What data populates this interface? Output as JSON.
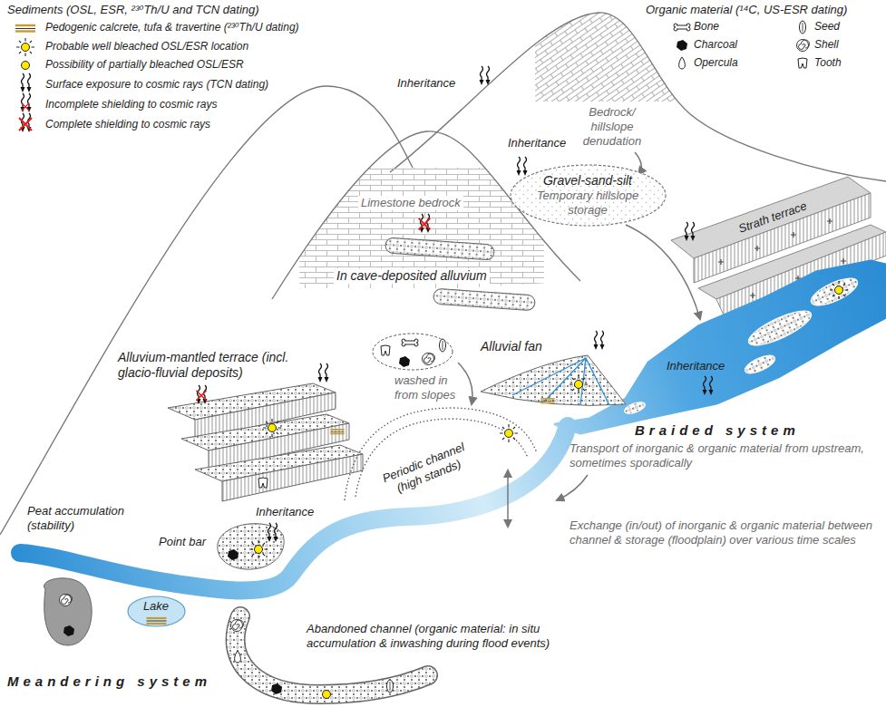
{
  "diagram": {
    "nodes": [
      {
        "text": [
          "Gravel-sand-silt",
          "Temporary hillslope storage"
        ]
      },
      {
        "text": [
          "Lake"
        ]
      }
    ],
    "labels": [
      "Sediments (OSL, ESR, ²³⁰Th/U and TCN dating)",
      "Organic material (¹⁴C, US-ESR dating)",
      "Inheritance",
      "Bedrock/ hillslope denudation",
      "Inheritance",
      "Strath terrace",
      "Limestone bedrock",
      "In cave-deposited alluvium",
      "Alluvial fan",
      "washed in from slopes",
      "Alluvium-mantled terrace (incl. glacio-fluvial deposits)",
      "Inheritance",
      "Braided system",
      "Periodic channel (high stands)",
      "Transport of inorganic & organic material from upstream, sometimes sporadically",
      "Exchange (in/out) of inorganic & organic material between channel & storage (floodplain) over various time scales",
      "Peat accumulation (stability)",
      "Inheritance",
      "Point bar",
      "Abandoned channel (organic material: in situ accumulation & inwashing during flood events)",
      "Meandering system"
    ],
    "legend": [
      {
        "text": "Pedogenic calcrete, tufa & travertine (²³⁰Th/U dating)"
      },
      {
        "text": "Probable well bleached OSL/ESR location"
      },
      {
        "text": "Possibility of partially bleached OSL/ESR"
      },
      {
        "text": "Surface exposure to cosmic rays (TCN dating)"
      },
      {
        "text": "Incomplete shielding to cosmic rays"
      },
      {
        "text": "Complete shielding to cosmic rays"
      },
      {
        "text": "Bone"
      },
      {
        "text": "Charcoal"
      },
      {
        "text": "Opercula"
      },
      {
        "text": "Seed"
      },
      {
        "text": "Shell"
      },
      {
        "text": "Tooth"
      }
    ]
  }
}
